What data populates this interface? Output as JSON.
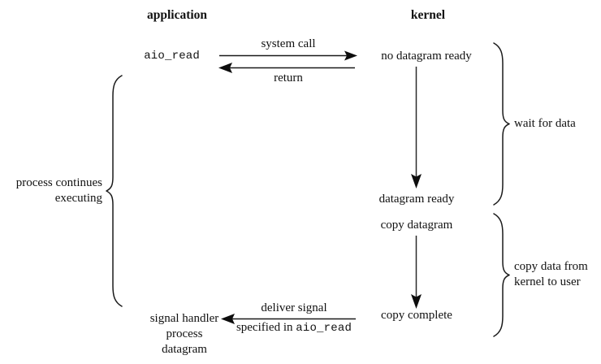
{
  "figure": {
    "background": "#ffffff",
    "ink": "#111111"
  },
  "headers": {
    "application": "application",
    "kernel": "kernel"
  },
  "application_column": {
    "syscall_name": "aio_read",
    "bottom_block": "signal handler\nprocess\ndatagram"
  },
  "kernel_column": {
    "steps": [
      "no datagram ready",
      "datagram ready",
      "copy datagram",
      "copy complete"
    ]
  },
  "arrow_labels": {
    "system_call": "system call",
    "return": "return",
    "deliver_signal_line1": "deliver signal",
    "deliver_signal_line2_prefix": "specified in ",
    "deliver_signal_line2_mono": "aio_read"
  },
  "braces": {
    "left_label": "process continues\nexecuting",
    "right_top_label": "wait for data",
    "right_bottom_label": "copy data from\nkernel to user"
  },
  "icons": {
    "arrow_right": "arrow-right-icon",
    "arrow_left": "arrow-left-icon",
    "arrow_down": "arrow-down-icon",
    "brace_left": "curly-brace-icon",
    "brace_right": "curly-brace-icon"
  }
}
